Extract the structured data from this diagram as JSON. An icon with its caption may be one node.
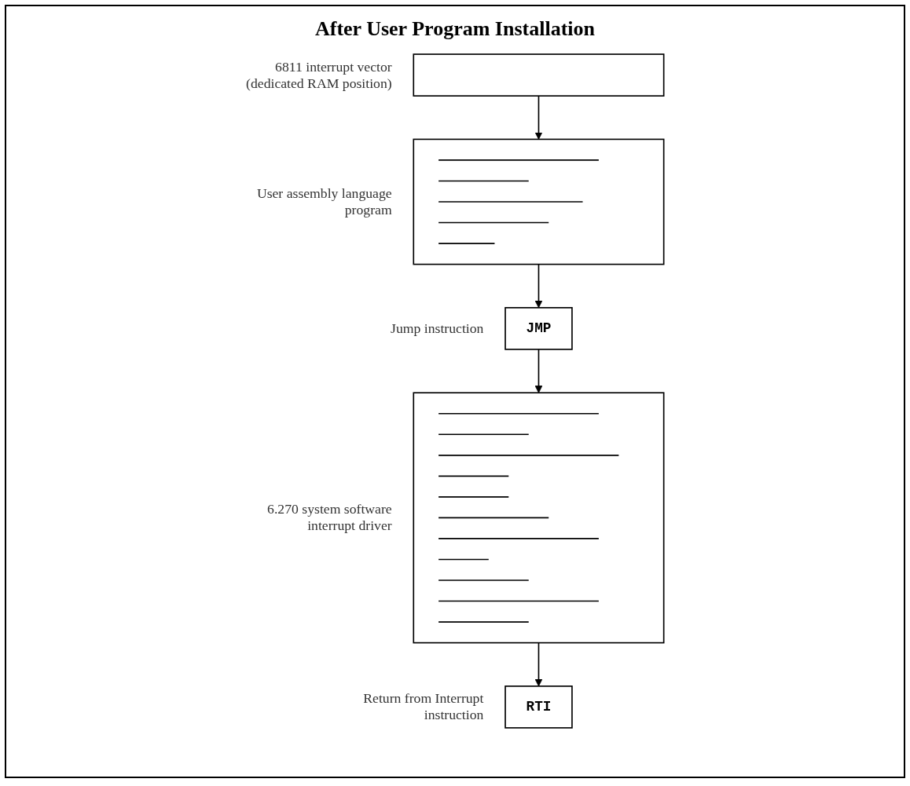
{
  "diagram": {
    "title": "After User Program Installation",
    "nodes": [
      {
        "text": [],
        "shape": "box",
        "beside": [
          "6811 interrupt vector (dedicated RAM position)"
        ]
      },
      {
        "text": [],
        "shape": "box",
        "beside": [
          "User assembly language program"
        ]
      },
      {
        "text": [
          "JMP"
        ],
        "beside": [
          "Jump instruction"
        ]
      },
      {
        "text": [],
        "shape": "box",
        "beside": [
          "6.270 system software interrupt driver"
        ]
      },
      {
        "text": [
          "RTI"
        ],
        "beside": [
          "Return from Interrupt instruction"
        ]
      }
    ],
    "edges": [
      {
        "from": 0,
        "to": 1,
        "arrow": "to"
      },
      {
        "from": 1,
        "to": 2,
        "arrow": "to"
      },
      {
        "from": 2,
        "to": 3,
        "arrow": "to"
      },
      {
        "from": 3,
        "to": 4,
        "arrow": "to"
      }
    ]
  }
}
